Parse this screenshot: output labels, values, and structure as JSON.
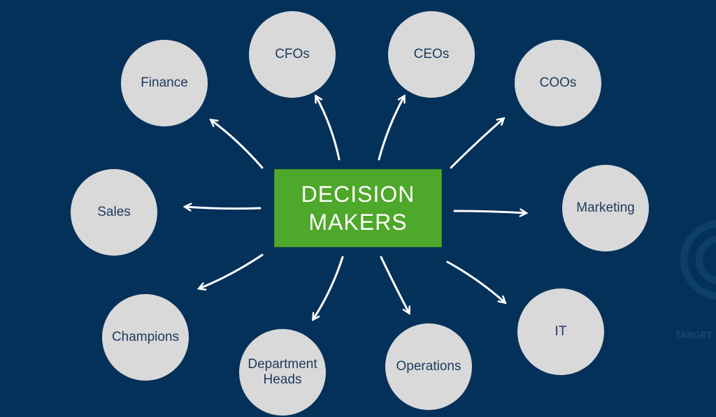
{
  "center": {
    "line1": "DECISION",
    "line2": "MAKERS"
  },
  "nodes": {
    "finance": "Finance",
    "cfos": "CFOs",
    "ceos": "CEOs",
    "coos": "COOs",
    "sales": "Sales",
    "marketing": "Marketing",
    "champions": "Champions",
    "department_heads_1": "Department",
    "department_heads_2": "Heads",
    "operations": "Operations",
    "it": "IT"
  },
  "watermark": "TARGET",
  "colors": {
    "background": "#04315a",
    "center_box": "#4ea82a",
    "node": "#d9d9d9",
    "node_text": "#1d3a5c",
    "arrow": "#ffffff"
  }
}
